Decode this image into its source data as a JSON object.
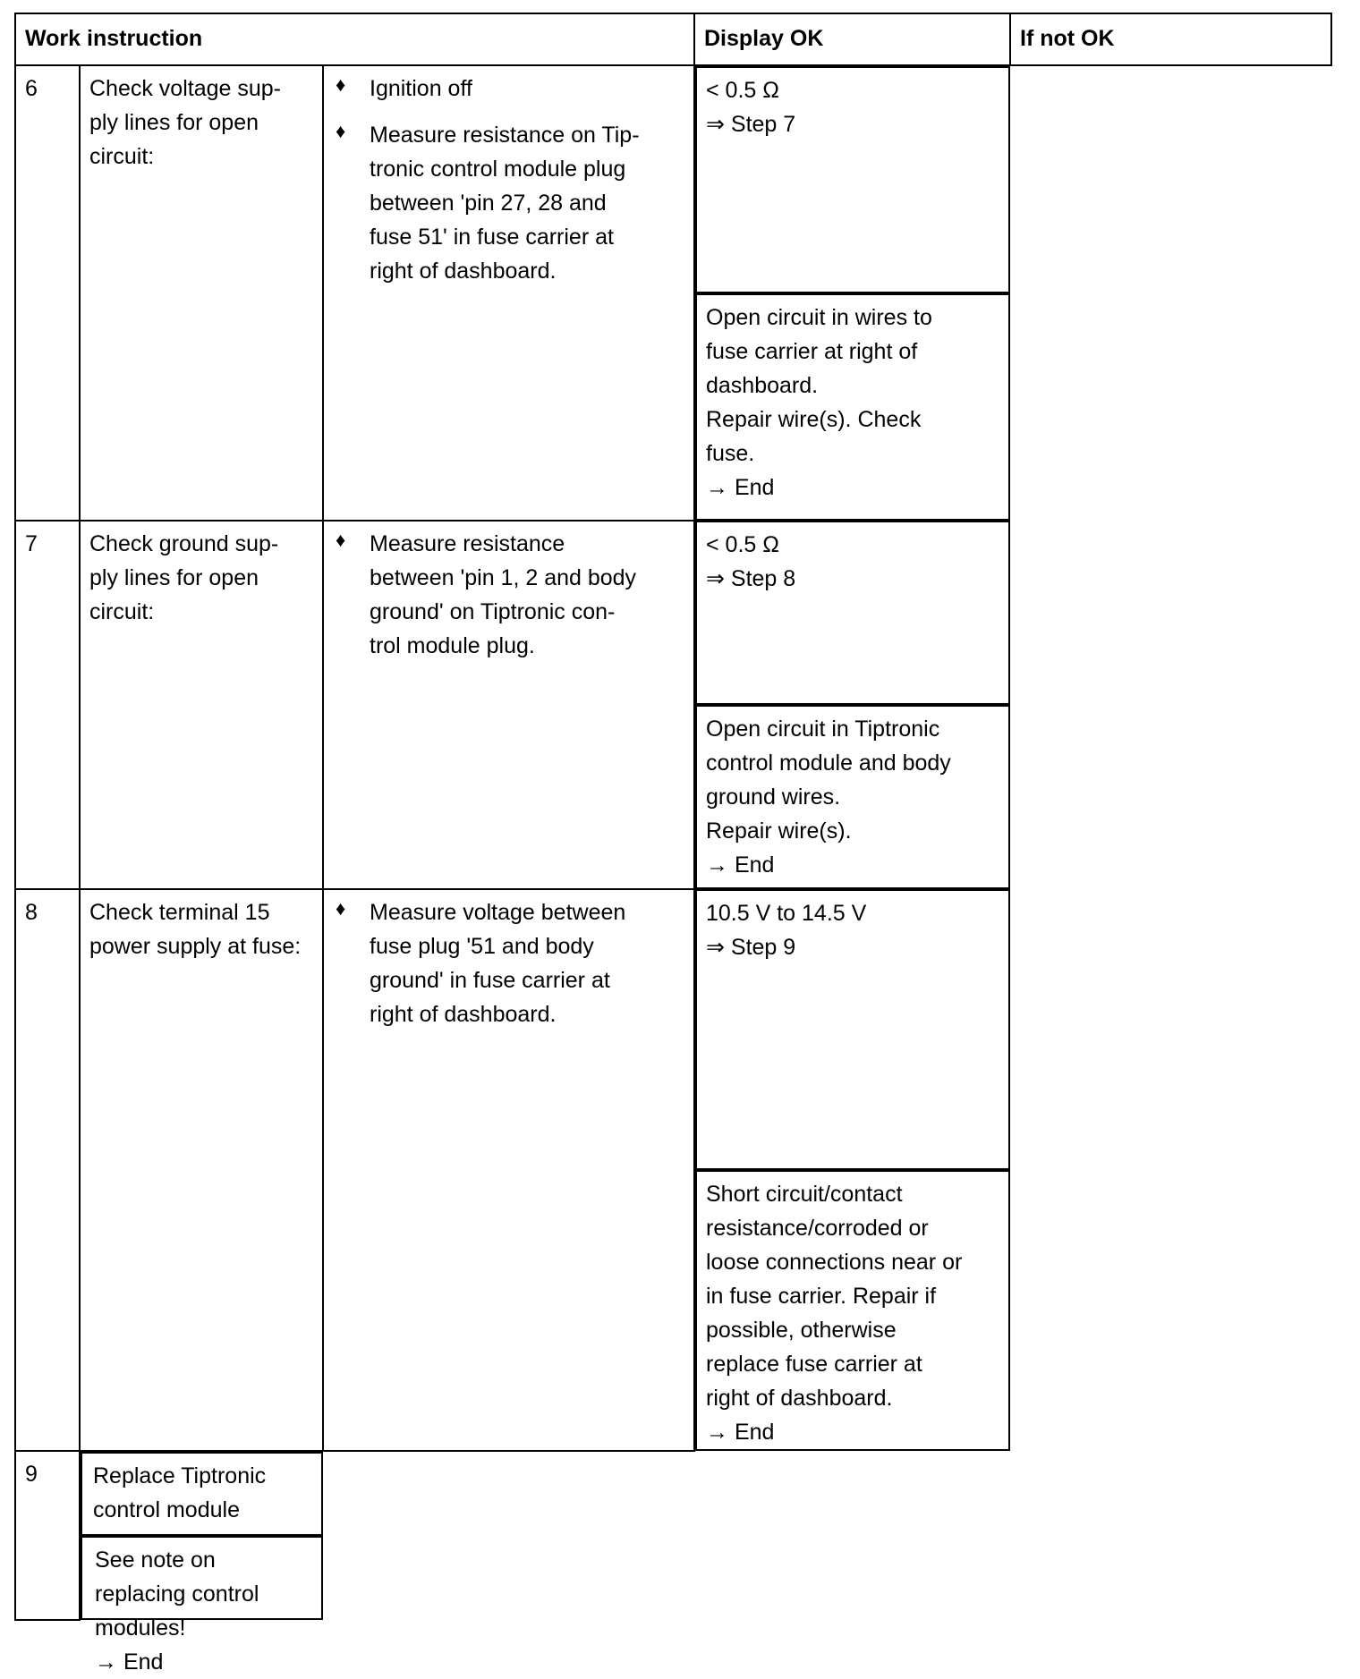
{
  "document": {
    "kind": "work-instruction-table",
    "line_colors": {
      "border": "#000000",
      "text": "#000000",
      "background": "#ffffff"
    }
  },
  "table": {
    "headers": {
      "work_instruction": "Work instruction",
      "display_ok": "Display OK",
      "if_not_ok": "If not OK"
    },
    "bullet_glyph": "♦",
    "rows": [
      {
        "step": "6",
        "description": "Check voltage sup-\nply lines for open\ncircuit:",
        "bullets": [
          "Ignition off",
          "Measure resistance on Tip-\ntronic control module plug\nbetween 'pin 27, 28 and\nfuse 51' in fuse carrier at\nright of dashboard."
        ],
        "display_ok": "< 0.5 Ω\n⇒ Step 7",
        "if_not_ok": "Open circuit in wires to\nfuse carrier at right of\ndashboard.\nRepair wire(s). Check\nfuse.\n→ End"
      },
      {
        "step": "7",
        "description": "Check ground sup-\nply lines for open\ncircuit:",
        "bullets": [
          "Measure resistance\nbetween 'pin 1, 2 and body\nground' on Tiptronic con-\ntrol module plug."
        ],
        "display_ok": "< 0.5 Ω\n⇒ Step 8",
        "if_not_ok": "Open circuit in Tiptronic\ncontrol module and body\nground wires.\nRepair wire(s).\n→ End"
      },
      {
        "step": "8",
        "description": "Check terminal 15\npower supply at\nfuse:",
        "bullets": [
          "Measure voltage between\nfuse plug '51 and body\nground' in fuse carrier at\nright of dashboard."
        ],
        "display_ok": "10.5 V to 14.5 V\n⇒ Step 9",
        "if_not_ok": "Short circuit/contact\nresistance/corroded or\nloose connections near or\nin fuse carrier. Repair if\npossible, otherwise\nreplace fuse carrier at\nright of dashboard.\n→ End"
      },
      {
        "step": "9",
        "description": "Replace Tiptronic control module",
        "bullets": [],
        "display_ok": "See note on replacing control modules!\n→ End",
        "if_not_ok": "",
        "merged_instruction": true,
        "merged_result": true
      }
    ]
  }
}
